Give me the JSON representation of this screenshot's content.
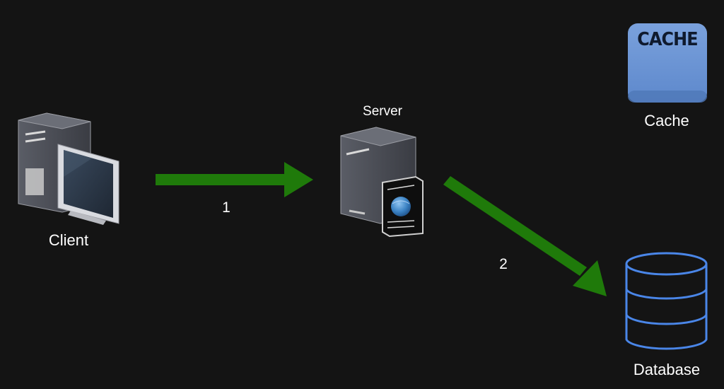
{
  "nodes": {
    "client": {
      "label": "Client",
      "icon": "desktop-computer-icon"
    },
    "server": {
      "label": "Server",
      "icon": "web-server-icon"
    },
    "cache": {
      "label": "Cache",
      "icon_text": "CACHE",
      "icon": "cache-icon",
      "color": "#6a94d4"
    },
    "database": {
      "label": "Database",
      "icon": "database-icon",
      "color": "#4a86e8"
    }
  },
  "edges": [
    {
      "from": "client",
      "to": "server",
      "label": "1",
      "color": "#1f7a0a"
    },
    {
      "from": "server",
      "to": "database",
      "label": "2",
      "color": "#1f7a0a"
    }
  ],
  "colors": {
    "background": "#141414",
    "text": "#ffffff",
    "arrow": "#1f7a0a"
  }
}
